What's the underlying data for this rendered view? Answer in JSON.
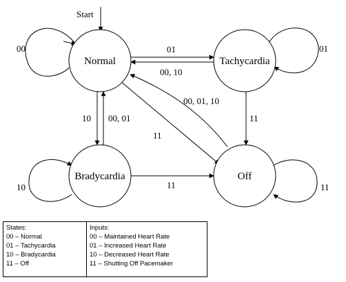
{
  "states": {
    "normal": "Normal",
    "tachycardia": "Tachycardia",
    "bradycardia": "Bradycardia",
    "off": "Off"
  },
  "start_label": "Start",
  "transitions": {
    "normal_self": "00",
    "tachy_self": "01",
    "brady_self": "10",
    "off_self": "11",
    "normal_to_tachy": "01",
    "tachy_to_normal": "00, 10",
    "normal_to_brady": "10",
    "brady_to_normal": "00, 01",
    "normal_to_off": "11",
    "off_to_normal": "00, 01, 10",
    "tachy_to_off": "11",
    "brady_to_off": "11"
  },
  "legend": {
    "states_title": "States:",
    "states_items": [
      "00 – Normal",
      "01 – Tachycardia",
      "10 – Bradycardia",
      "11 – Off"
    ],
    "inputs_title": "Inputs:",
    "inputs_items": [
      "00 – Maintained Heart Rate",
      "01 – Increased Heart Rate",
      "10 – Decreased Heart Rate",
      "11 – Shutting Off Pacemaker"
    ]
  }
}
